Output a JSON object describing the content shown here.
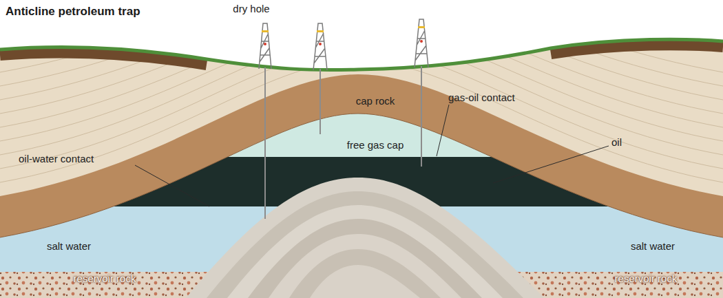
{
  "diagram": {
    "title": "Anticline petroleum trap",
    "labels": [
      "dry hole",
      "cap rock",
      "gas-oil contact",
      "free gas cap",
      "oil-water contact",
      "oil",
      "salt water",
      "salt water",
      "reservoir rock",
      "reservoir rock"
    ]
  }
}
